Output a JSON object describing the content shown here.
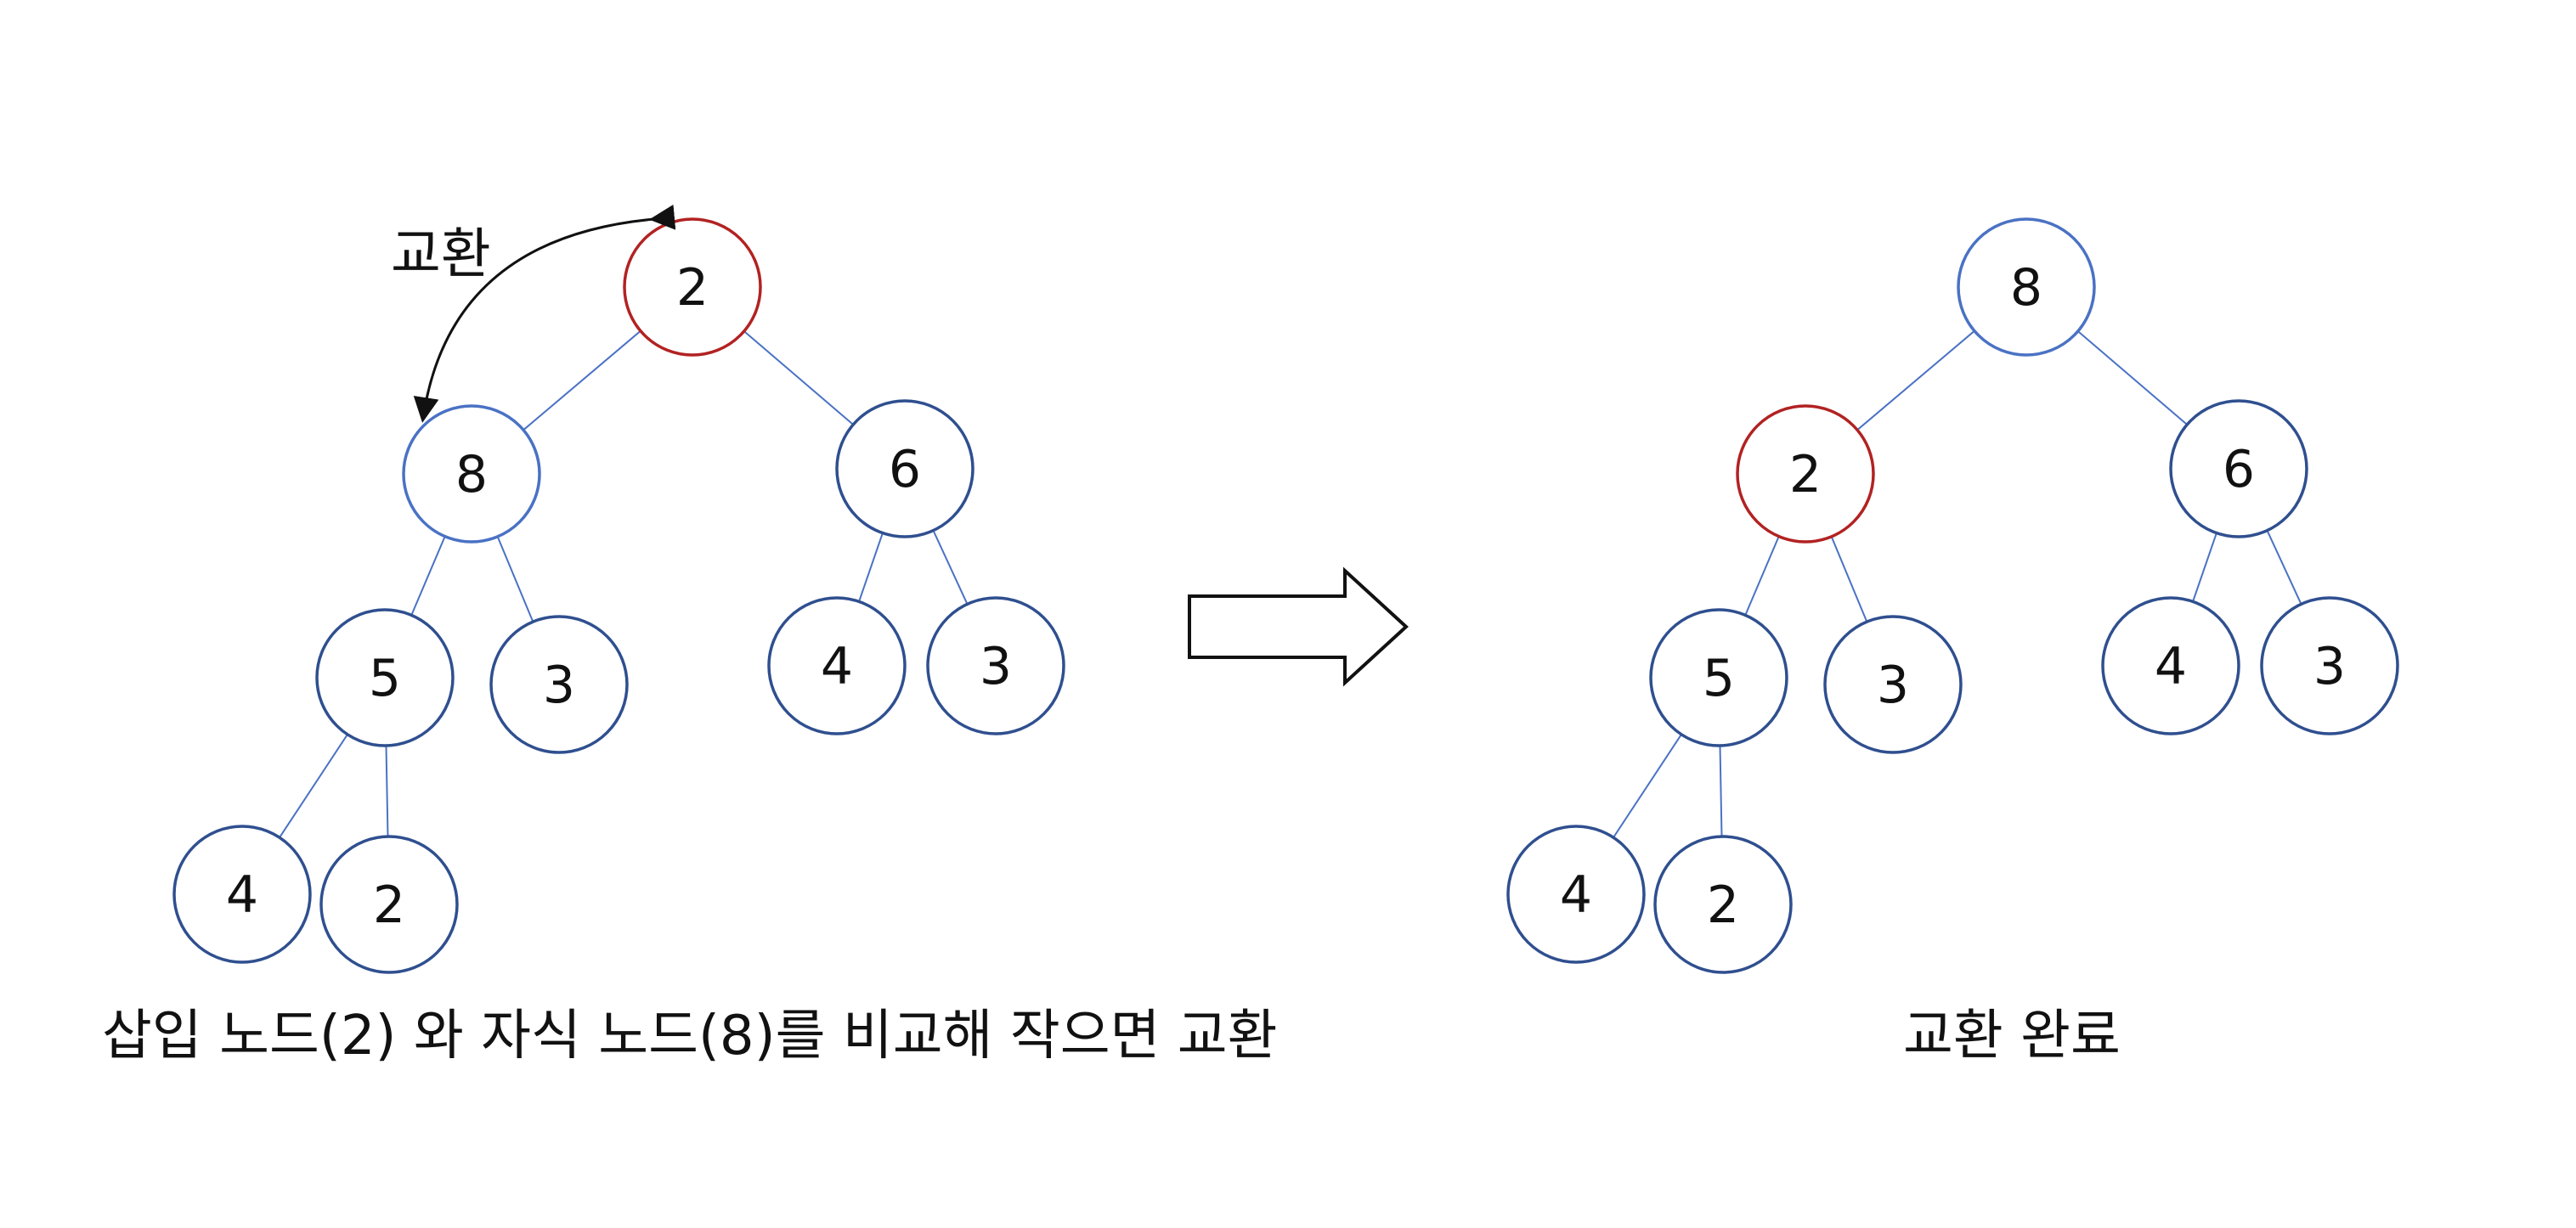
{
  "colors": {
    "node_stroke": "#2f4f8f",
    "highlight_blue": "#4a72c4",
    "highlight_red": "#b22222",
    "edge": "#4a72c4",
    "text": "#111111"
  },
  "left_tree": {
    "swap_label": "교환",
    "caption": "삽입 노드(2) 와 자식 노드(8)를 비교해 작으면 교환",
    "nodes": [
      {
        "id": "root",
        "value": "2",
        "state": "red"
      },
      {
        "id": "l",
        "value": "8",
        "state": "blue"
      },
      {
        "id": "r",
        "value": "6",
        "state": "normal"
      },
      {
        "id": "ll",
        "value": "5",
        "state": "normal"
      },
      {
        "id": "lr",
        "value": "3",
        "state": "normal"
      },
      {
        "id": "rl",
        "value": "4",
        "state": "normal"
      },
      {
        "id": "rr",
        "value": "3",
        "state": "normal"
      },
      {
        "id": "lll",
        "value": "4",
        "state": "normal"
      },
      {
        "id": "llr",
        "value": "2",
        "state": "normal"
      }
    ]
  },
  "right_tree": {
    "caption": "교환 완료",
    "nodes": [
      {
        "id": "root",
        "value": "8",
        "state": "blue"
      },
      {
        "id": "l",
        "value": "2",
        "state": "red"
      },
      {
        "id": "r",
        "value": "6",
        "state": "normal"
      },
      {
        "id": "ll",
        "value": "5",
        "state": "normal"
      },
      {
        "id": "lr",
        "value": "3",
        "state": "normal"
      },
      {
        "id": "rl",
        "value": "4",
        "state": "normal"
      },
      {
        "id": "rr",
        "value": "3",
        "state": "normal"
      },
      {
        "id": "lll",
        "value": "4",
        "state": "normal"
      },
      {
        "id": "llr",
        "value": "2",
        "state": "normal"
      }
    ]
  }
}
